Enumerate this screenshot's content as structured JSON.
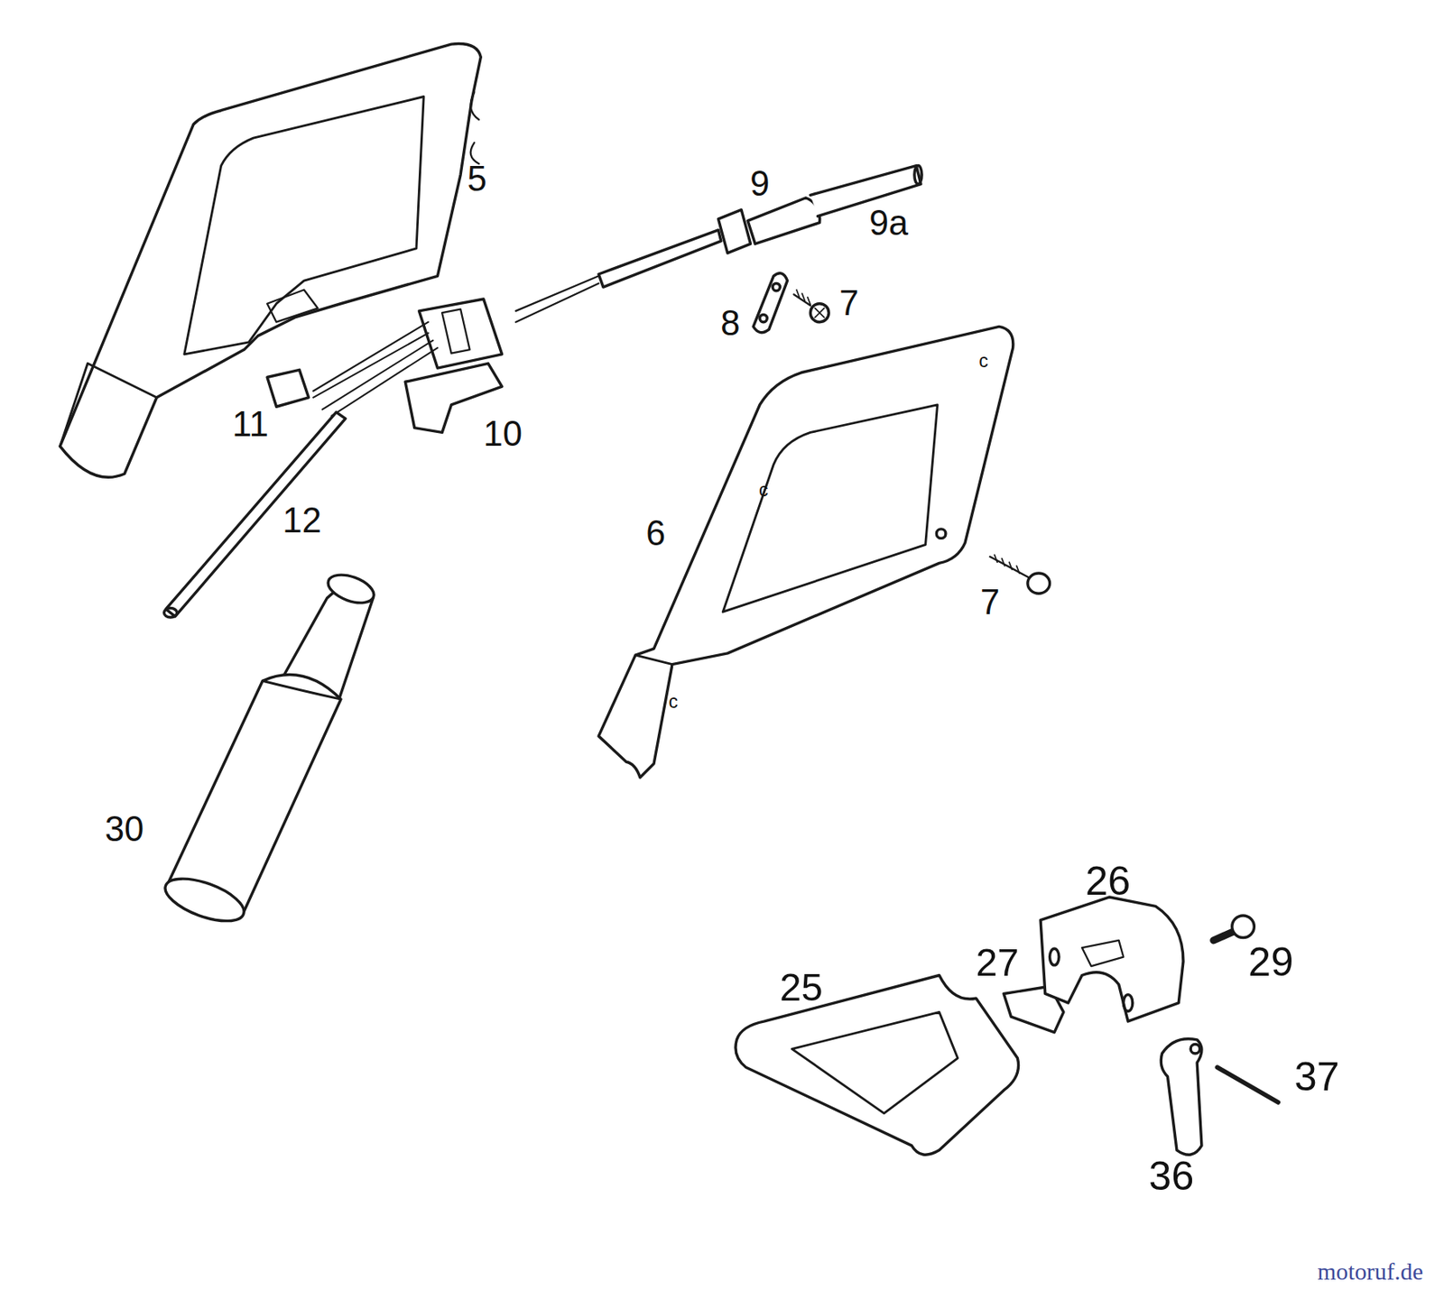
{
  "diagram": {
    "labels": [
      "5",
      "9",
      "9a",
      "8",
      "7",
      "11",
      "10",
      "12",
      "6",
      "7",
      "30",
      "26",
      "27",
      "29",
      "25",
      "37",
      "36",
      "c",
      "c",
      "c",
      "motoruf.de"
    ]
  }
}
